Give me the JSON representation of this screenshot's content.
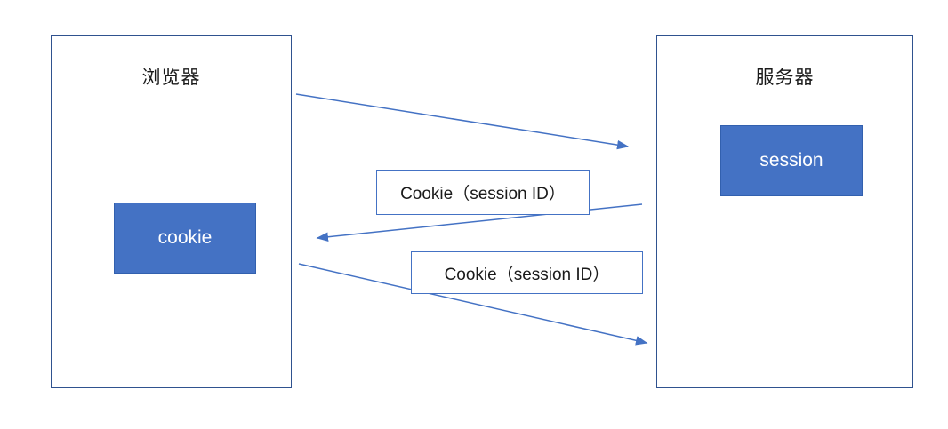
{
  "diagram": {
    "browser": {
      "title": "浏览器",
      "store_label": "cookie"
    },
    "server": {
      "title": "服务器",
      "store_label": "session"
    },
    "messages": [
      {
        "label": "Cookie（session ID）",
        "direction": "server-to-browser"
      },
      {
        "label": "Cookie（session ID）",
        "direction": "browser-to-server"
      }
    ],
    "colors": {
      "background": "#ffffff",
      "container_border": "#2f528f",
      "store_fill": "#4472c4",
      "store_text": "#ffffff",
      "arrow": "#4472c4",
      "message_border": "#4472c4",
      "text": "#1a1a1a"
    }
  }
}
